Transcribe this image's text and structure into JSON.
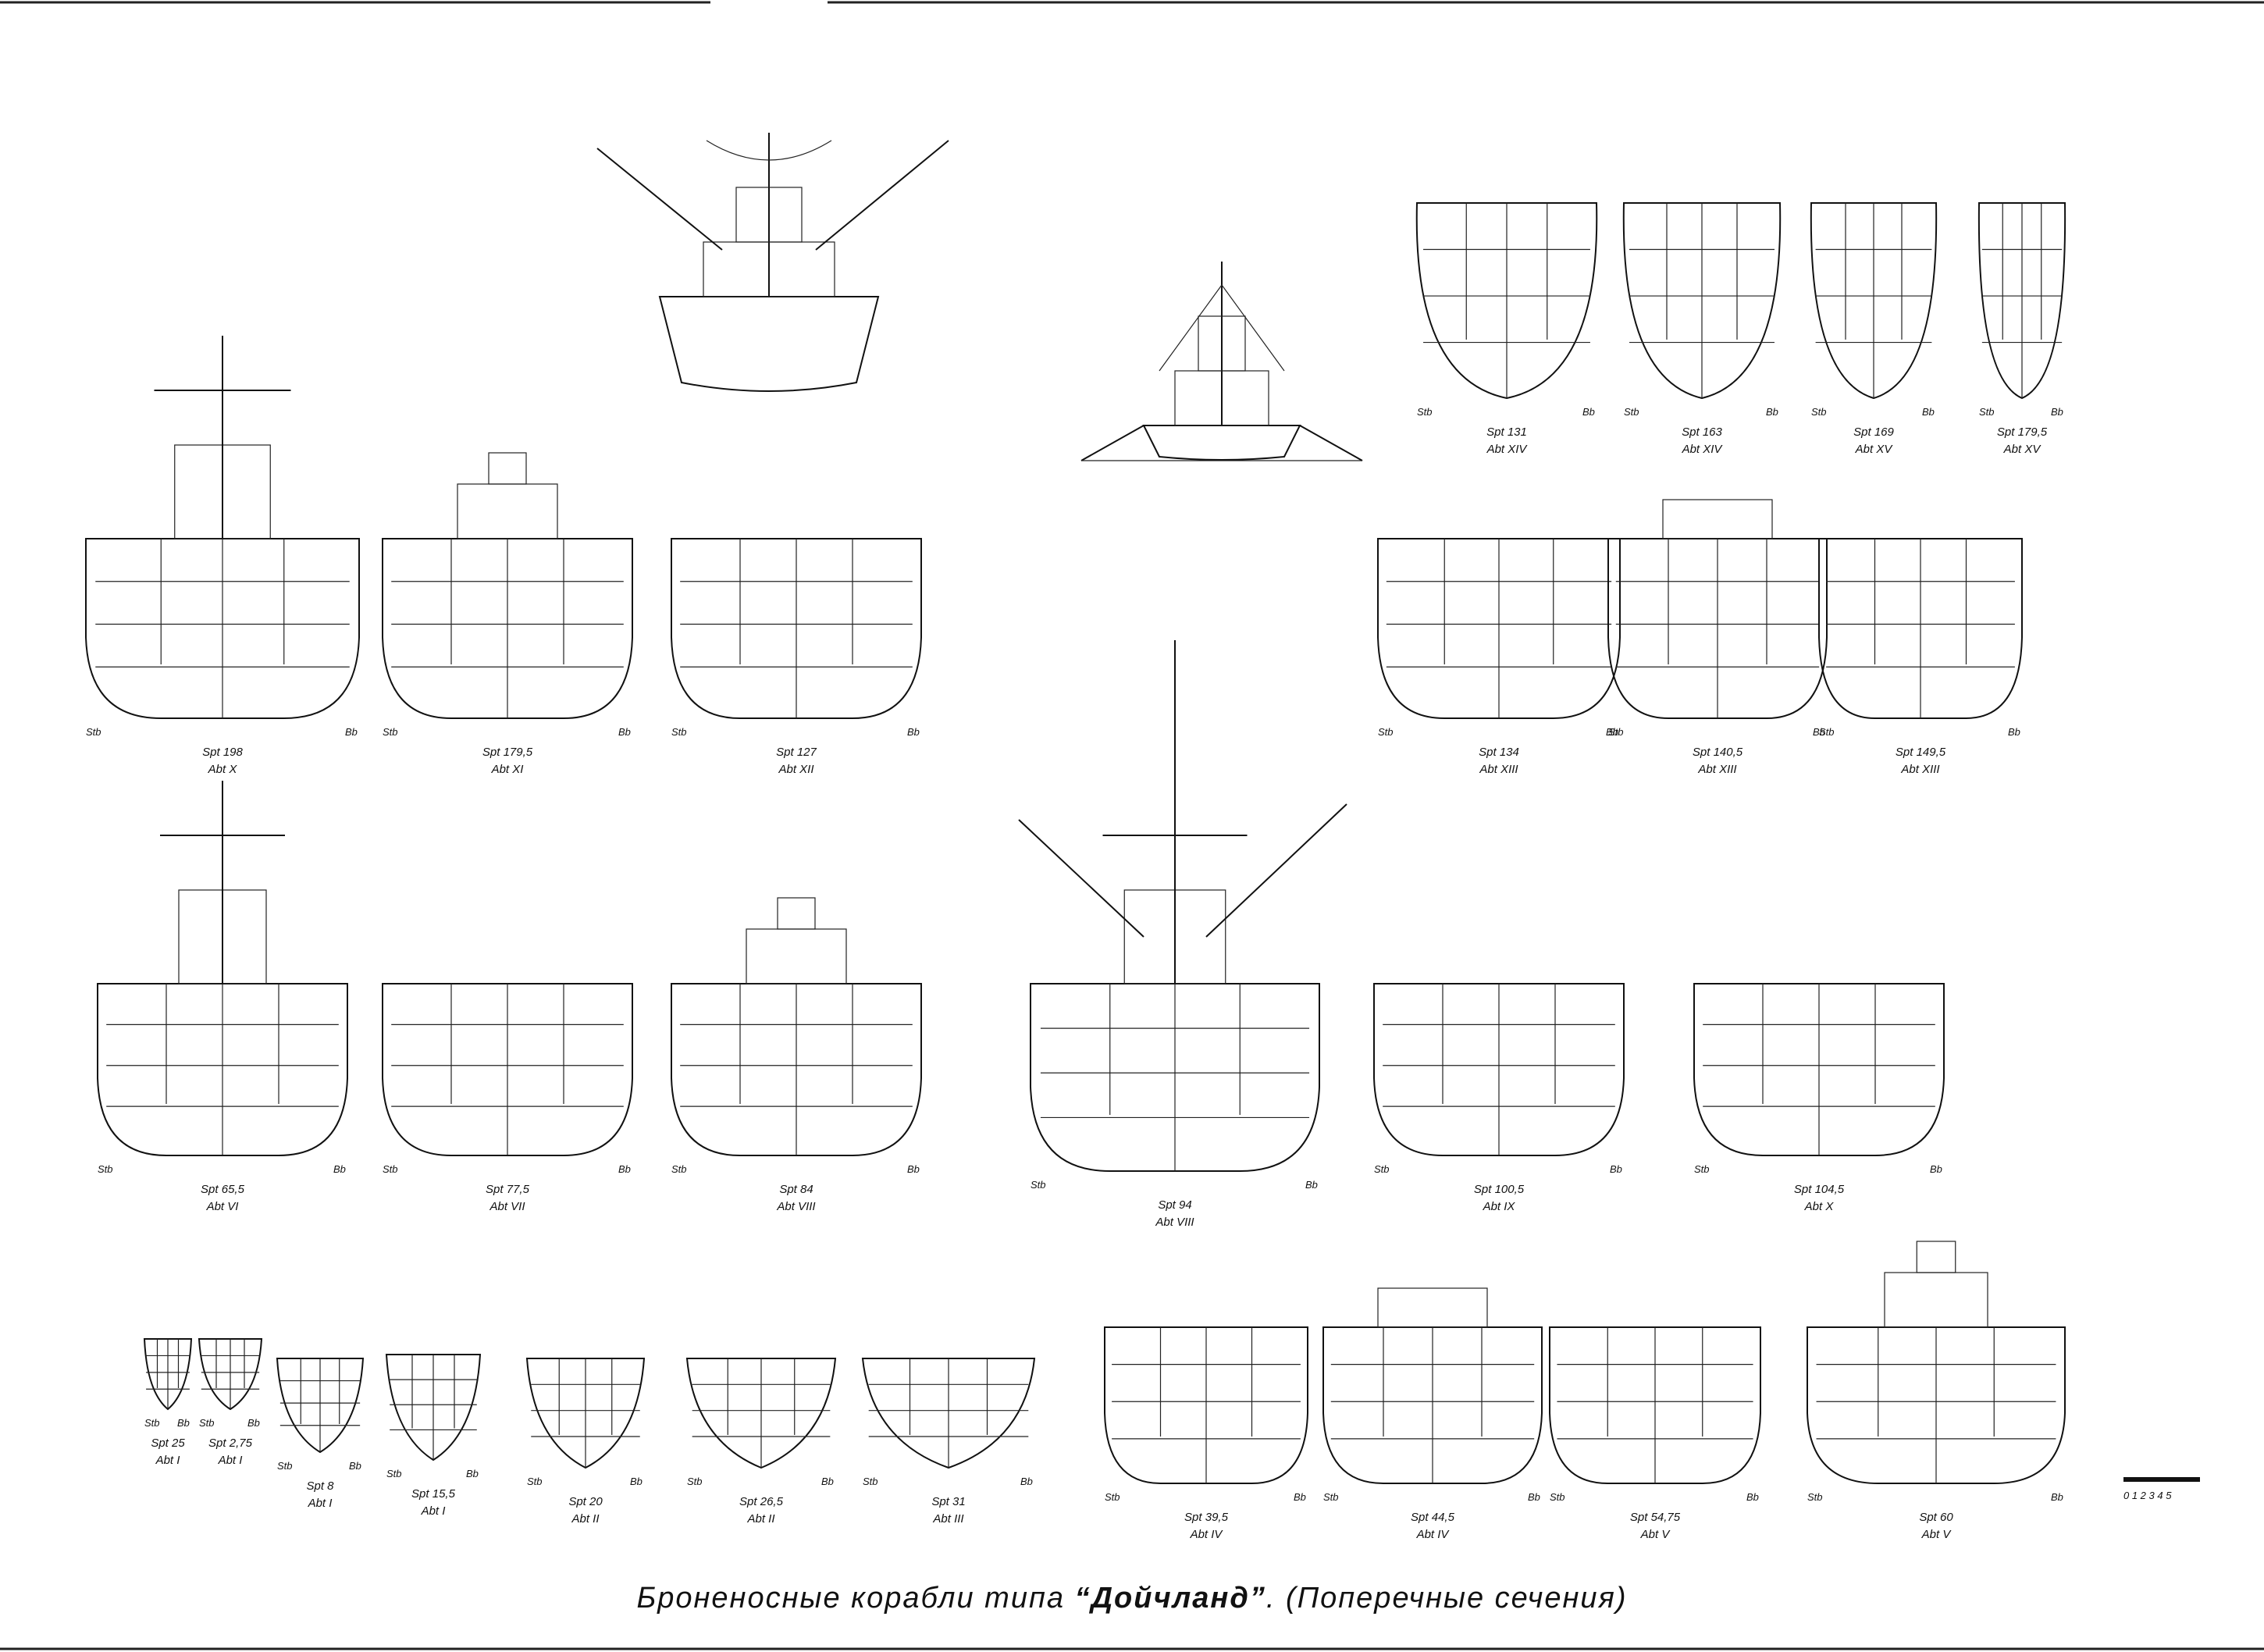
{
  "caption": {
    "prefix": "Броненосные корабли типа ",
    "name": "“Дойчланд”",
    "suffix": ". (Поперечные сечения)"
  },
  "side_labels": {
    "left": "Stb",
    "right": "Bb"
  },
  "scale_bar": {
    "ticks": "0 1 2 3 4 5"
  },
  "sections": [
    {
      "spt": "Spt 198",
      "abt": "Abt X",
      "type": "mast",
      "row": 1
    },
    {
      "spt": "Spt 179,5",
      "abt": "Abt XI",
      "type": "stack",
      "row": 1
    },
    {
      "spt": "Spt 127",
      "abt": "Abt XII",
      "type": "mid",
      "row": 1
    },
    {
      "spt": "Spt 131",
      "abt": "Abt XIV",
      "type": "aft",
      "row": 1
    },
    {
      "spt": "Spt 163",
      "abt": "Abt XIV",
      "type": "aft",
      "row": 1
    },
    {
      "spt": "Spt 169",
      "abt": "Abt XV",
      "type": "aft",
      "row": 1
    },
    {
      "spt": "Spt 179,5",
      "abt": "Abt XV",
      "type": "aft",
      "row": 1
    },
    {
      "spt": "Spt 134",
      "abt": "Abt XIII",
      "type": "hull",
      "row": 2
    },
    {
      "spt": "Spt 140,5",
      "abt": "Abt XIII",
      "type": "tall",
      "row": 2
    },
    {
      "spt": "Spt 149,5",
      "abt": "Abt XIII",
      "type": "hull",
      "row": 2
    },
    {
      "spt": "Spt 65,5",
      "abt": "Abt VI",
      "type": "mast",
      "row": 3
    },
    {
      "spt": "Spt 77,5",
      "abt": "Abt VII",
      "type": "hull",
      "row": 3
    },
    {
      "spt": "Spt 84",
      "abt": "Abt VIII",
      "type": "stack",
      "row": 3
    },
    {
      "spt": "Spt 94",
      "abt": "Abt VIII",
      "type": "crane",
      "row": 3
    },
    {
      "spt": "Spt 100,5",
      "abt": "Abt IX",
      "type": "hull",
      "row": 3
    },
    {
      "spt": "Spt 104,5",
      "abt": "Abt X",
      "type": "hull",
      "row": 3
    },
    {
      "spt": "Spt 25",
      "abt": "Abt I",
      "type": "bow",
      "row": 4
    },
    {
      "spt": "Spt 2,75",
      "abt": "Abt I",
      "type": "bow",
      "row": 4
    },
    {
      "spt": "Spt 8",
      "abt": "Abt I",
      "type": "bow",
      "row": 4
    },
    {
      "spt": "Spt 15,5",
      "abt": "Abt I",
      "type": "bow",
      "row": 4
    },
    {
      "spt": "Spt 20",
      "abt": "Abt II",
      "type": "bow",
      "row": 4
    },
    {
      "spt": "Spt 26,5",
      "abt": "Abt II",
      "type": "bow",
      "row": 4
    },
    {
      "spt": "Spt 31",
      "abt": "Abt III",
      "type": "bow",
      "row": 4
    },
    {
      "spt": "Spt 39,5",
      "abt": "Abt IV",
      "type": "hull",
      "row": 4
    },
    {
      "spt": "Spt 44,5",
      "abt": "Abt IV",
      "type": "tall",
      "row": 4
    },
    {
      "spt": "Spt 54,75",
      "abt": "Abt V",
      "type": "hull",
      "row": 4
    },
    {
      "spt": "Spt 60",
      "abt": "Abt V",
      "type": "stack",
      "row": 4
    }
  ]
}
